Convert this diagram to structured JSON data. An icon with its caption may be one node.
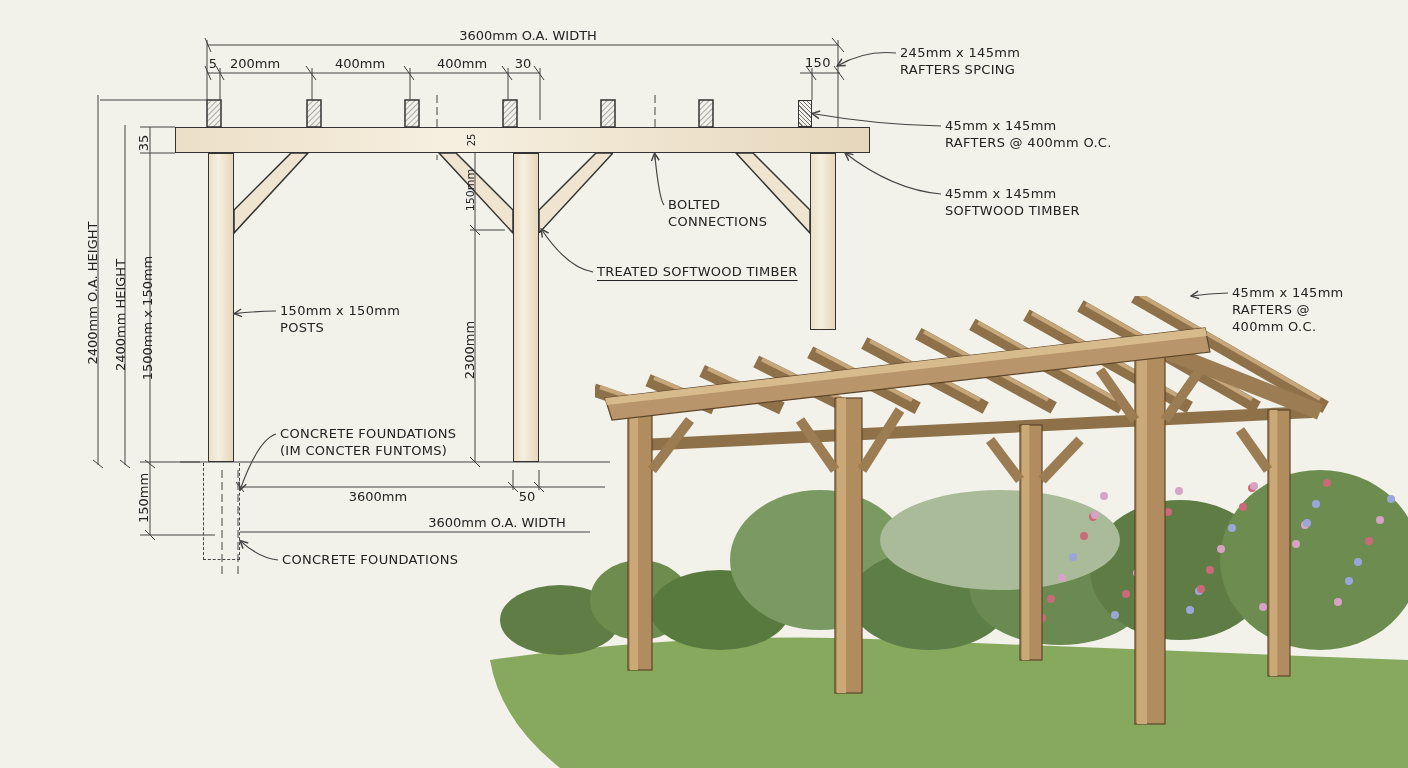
{
  "diagram": {
    "nodes": [
      {
        "text": [
          "245mm x 145mm RAFTERS SPCING"
        ]
      },
      {
        "text": [
          "45mm x 145mm RAFTERS @ 400mm O.C."
        ]
      },
      {
        "text": [
          "45mm x 145mm SOFTWOOD TIMBER"
        ]
      },
      {
        "text": [
          "BOLTED CONNECTIONS"
        ]
      },
      {
        "text": [
          "TREATED SOFTWOOD TIMBER"
        ]
      },
      {
        "text": [
          "150mm x 150mm POSTS"
        ]
      },
      {
        "text": [
          "CONCRETE FOUNDATIONS (IM CONCTER FUNTOMS)"
        ]
      },
      {
        "text": [
          "CONCRETE FOUNDATIONS"
        ]
      },
      {
        "text": [
          "45mm x 145mm RAFTERS @ 400mm O.C."
        ]
      },
      {
        "text": [],
        "shape": "bar"
      },
      {
        "text": [],
        "shape": "bar"
      },
      {
        "text": [],
        "shape": "bar"
      },
      {
        "text": [],
        "shape": "bar"
      },
      {
        "text": [],
        "shape": "box"
      },
      {
        "text": [],
        "shape": "picture"
      },
      {
        "text": [],
        "shape": "bar"
      },
      {
        "text": [],
        "shape": "bar"
      },
      {
        "text": [
          "150"
        ]
      }
    ],
    "edges": [
      {
        "from": 0,
        "to": 17,
        "arrow": "to"
      },
      {
        "from": 1,
        "to": 9,
        "arrow": "to"
      },
      {
        "from": 2,
        "to": 10,
        "arrow": "to"
      },
      {
        "from": 3,
        "to": 10,
        "arrow": "to"
      },
      {
        "from": 4,
        "to": 12,
        "arrow": "to"
      },
      {
        "from": 5,
        "to": 11,
        "arrow": "to"
      },
      {
        "from": 6,
        "to": 13,
        "arrow": "to"
      },
      {
        "from": 7,
        "to": 13,
        "arrow": "to"
      },
      {
        "from": 8,
        "to": 14,
        "arrow": "to"
      }
    ],
    "labels": [
      "3600mm O.A. WIDTH",
      "5",
      "200mm",
      "400mm",
      "400mm",
      "30",
      "35",
      "25",
      "2400mm O.A. HEIGHT",
      "2400mm HEIGHT",
      "1500mm x 150mm",
      "150mm",
      "2300mm",
      "150mm",
      "3600mm",
      "50",
      "3600mm O.A. WIDTH"
    ]
  }
}
